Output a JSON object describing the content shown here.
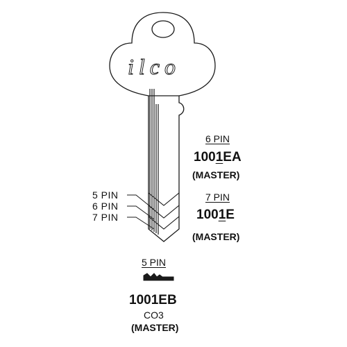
{
  "logo_text": "ilco",
  "pin_labels": [
    "5 PIN",
    "6 PIN",
    "7 PIN"
  ],
  "variant_6pin": {
    "pin_count": "6 PIN",
    "part_prefix": "100",
    "part_underlined": "1",
    "part_suffix": "EA",
    "type": "(MASTER)"
  },
  "variant_7pin": {
    "pin_count": "7 PIN",
    "part_prefix": "100",
    "part_underlined": "1",
    "part_suffix": "E",
    "type": "(MASTER)"
  },
  "variant_5pin": {
    "pin_count": "5 PIN",
    "part_number": "1001EB",
    "cross_reference": "CO3",
    "type": "(MASTER)"
  },
  "colors": {
    "line": "#1a1a1a",
    "background": "#ffffff"
  }
}
